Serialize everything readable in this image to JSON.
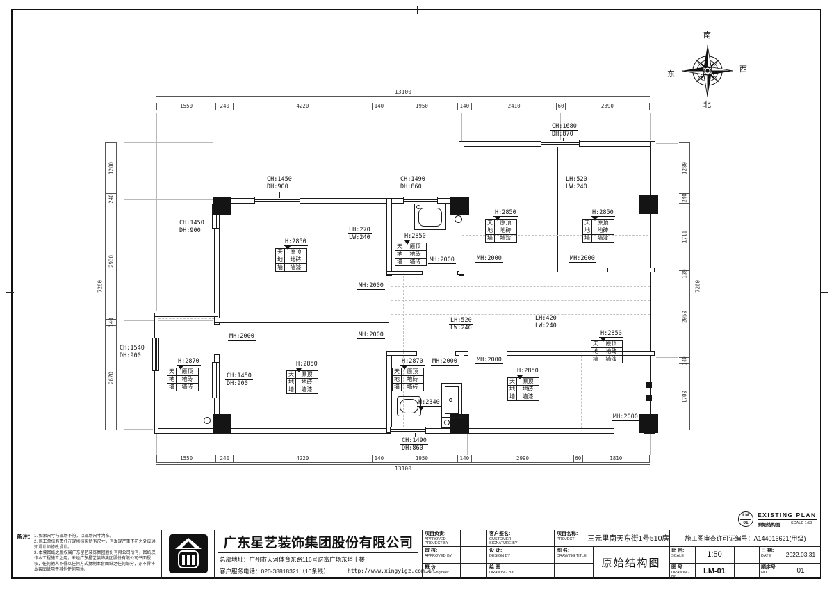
{
  "compass": {
    "top": "南",
    "right": "西",
    "bottom": "北",
    "left": "东"
  },
  "stamp": {
    "code_top": "LM",
    "code_bottom": "01",
    "en": "EXISTING PLAN",
    "cn": "原始结构图",
    "scale": "SCALE 1:50"
  },
  "dims": {
    "top": {
      "total": "13100",
      "segments": [
        "1550",
        "240",
        "4220",
        "140",
        "1950",
        "140",
        "2410",
        "60",
        "2390"
      ]
    },
    "bottom": {
      "total": "13100",
      "segments": [
        "1550",
        "240",
        "4220",
        "140",
        "1950",
        "140",
        "2990",
        "60",
        "1810"
      ]
    },
    "left": {
      "total": "7260",
      "segments": [
        "1280",
        "240",
        "2930",
        "140",
        "2670"
      ]
    },
    "right": {
      "total": "7260",
      "segments": [
        "1280",
        "240",
        "1711",
        "139",
        "2050",
        "140",
        "1700"
      ]
    }
  },
  "plan": {
    "mh": "MH:2000",
    "beam": "H:2340",
    "pairs": {
      "w1": {
        "a": "CH:1450",
        "b": "DH:900"
      },
      "w2": {
        "a": "CH:1490",
        "b": "DH:860"
      },
      "w3": {
        "a": "CH:1680",
        "b": "DH:870"
      },
      "w4": {
        "a": "CH:1450",
        "b": "DH:900"
      },
      "w5": {
        "a": "CH:1540",
        "b": "DH:900"
      },
      "w6": {
        "a": "CH:1450",
        "b": "DH:900"
      },
      "w7": {
        "a": "CH:1490",
        "b": "DH:860"
      },
      "n1": {
        "a": "LH:270",
        "b": "LW:240"
      },
      "n2": {
        "a": "LH:520",
        "b": "LW:240"
      },
      "n3": {
        "a": "LH:520",
        "b": "LW:240"
      },
      "n4": {
        "a": "LH:420",
        "b": "LW:240"
      }
    }
  },
  "rooms": {
    "legend": {
      "ceiling": "天",
      "floor": "地",
      "wall": "墙"
    },
    "tl": {
      "h": "H:2850",
      "ceiling": "原顶",
      "floor": "地砖",
      "wall": "墙漆"
    },
    "kitchen": {
      "h": "H:2850",
      "ceiling": "原顶",
      "floor": "地砖",
      "wall": "墙砖"
    },
    "tra": {
      "h": "H:2850",
      "ceiling": "原顶",
      "floor": "地砖",
      "wall": "墙漆"
    },
    "trb": {
      "h": "H:2850",
      "ceiling": "原顶",
      "floor": "地砖",
      "wall": "墙漆"
    },
    "living": {
      "h": "H:2850",
      "ceiling": "原顶",
      "floor": "地砖",
      "wall": "墙漆"
    },
    "balcony": {
      "h": "H:2870",
      "ceiling": "原顶",
      "floor": "地砖",
      "wall": "墙砖"
    },
    "bath": {
      "h": "H:2870",
      "ceiling": "原顶",
      "floor": "地砖",
      "wall": "墙砖"
    },
    "bed": {
      "h": "H:2850",
      "ceiling": "原顶",
      "floor": "地砖",
      "wall": "墙漆"
    },
    "hall": {
      "h": "H:2850",
      "ceiling": "原顶",
      "floor": "地砖",
      "wall": "墙漆"
    }
  },
  "notes": {
    "heading": "备注：",
    "items": [
      "1. 如果尺寸与现场不符，以现场尺寸为准。",
      "2. 施工单位有责任在现场核实所有尺寸，有发现严重不符之处应通知设计师修改设计。",
      "3. 本套图纸之版权属广东星艺装饰集团股份有限公司所有，图纸仅作本工程施工之用，未经广东星艺装饰集团股份有限公司书面授权，任何他人不得以任何方式复制本套图纸之任何部分，亦不得将本套图纸用于其他任何用途。"
    ]
  },
  "company": {
    "name": "广东星艺装饰集团股份有限公司",
    "address": "总部地址：广州市天河体育东路116号财富广场东塔十楼",
    "phone": "客户服务电话：020-38818321（10条线）",
    "url": "http://www.xingyigz.com.cn"
  },
  "titleblock": {
    "fields": {
      "pm": {
        "cn": "项目负责:",
        "en": "APPROVED PROJECT BY"
      },
      "customer": {
        "cn": "客户签名:",
        "en": "CUSTOMER SIGNATURE BY"
      },
      "project": {
        "cn": "项目名称:",
        "en": "PROJECT"
      },
      "check": {
        "cn": "审 核:",
        "en": "APPROVED BY"
      },
      "design": {
        "cn": "设 计:",
        "en": "DESIGN BY"
      },
      "title": {
        "cn": "图 名:",
        "en": "DRAWING TITLE"
      },
      "cost": {
        "cn": "概 价:",
        "en": "Cost Engineer"
      },
      "draw": {
        "cn": "绘 图:",
        "en": "DRAWING BY"
      },
      "scale": {
        "cn": "比 例:",
        "en": "SCALE"
      },
      "date": {
        "cn": "日 期:",
        "en": "DATE"
      },
      "no": {
        "cn": "图 号:",
        "en": "DRAWING No"
      },
      "serial": {
        "cn": "顺序号:",
        "en": "NO."
      }
    },
    "values": {
      "project": "三元里南天东街1号510房",
      "permit": "施工图审查许可证编号：A144016621(甲级)",
      "title": "原始结构图",
      "scale": "1:50",
      "date": "2022.03.31",
      "no": "LM-01",
      "serial": "01"
    }
  }
}
